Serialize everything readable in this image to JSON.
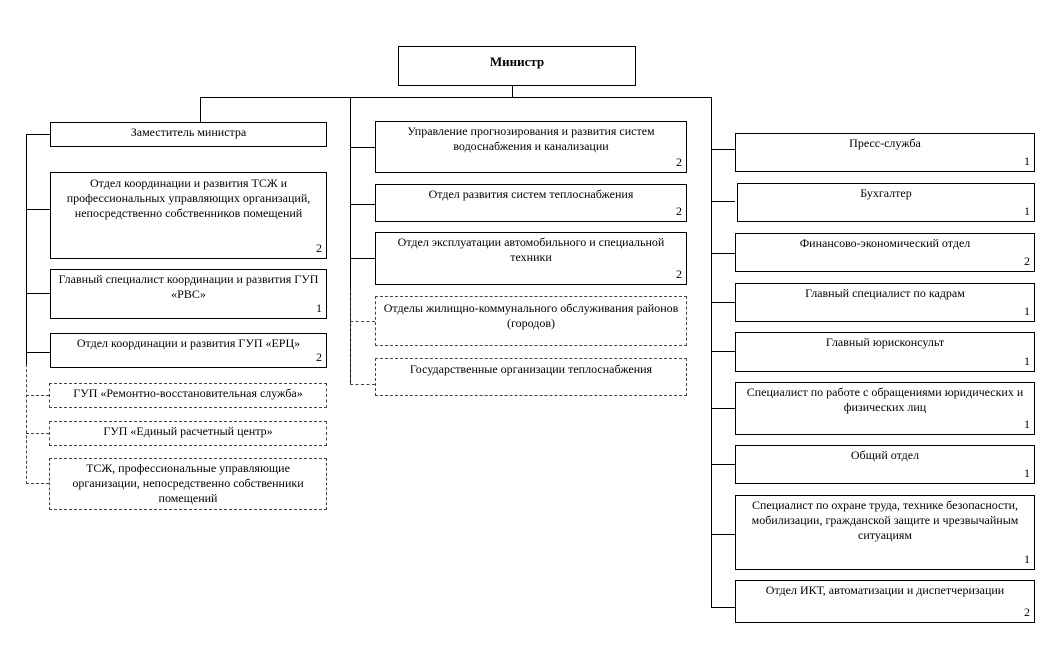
{
  "top": {
    "minister": "Министр"
  },
  "left": {
    "deputy": "Заместитель министра",
    "units": [
      {
        "label": "Отдел координации и развития ТСЖ и профессиональных управляющих организаций, непосредственно собственников помещений",
        "count": "2"
      },
      {
        "label": "Главный специалист координации и развития ГУП «РВС»",
        "count": "1"
      },
      {
        "label": "Отдел координации и развития ГУП «ЕРЦ»",
        "count": "2"
      }
    ],
    "subordinate": [
      {
        "label": "ГУП «Ремонтно-восстановительная служба»"
      },
      {
        "label": "ГУП «Единый расчетный центр»"
      },
      {
        "label": "ТСЖ, профессиональные управляющие организации, непосредственно собственники помещений"
      }
    ]
  },
  "middle": {
    "units": [
      {
        "label": "Управление прогнозирования и развития систем водоснабжения и канализации",
        "count": "2"
      },
      {
        "label": "Отдел развития систем теплоснабжения",
        "count": "2"
      },
      {
        "label": "Отдел эксплуатации автомобильного и специальной техники",
        "count": "2"
      }
    ],
    "subordinate": [
      {
        "label": "Отделы жилищно-коммунального обслуживания районов (городов)"
      },
      {
        "label": "Государственные организации теплоснабжения"
      }
    ]
  },
  "right": {
    "units": [
      {
        "label": "Пресс-служба",
        "count": "1"
      },
      {
        "label": "Бухгалтер",
        "count": "1"
      },
      {
        "label": "Финансово-экономический отдел",
        "count": "2"
      },
      {
        "label": "Главный специалист по кадрам",
        "count": "1"
      },
      {
        "label": "Главный юрисконсульт",
        "count": "1"
      },
      {
        "label": "Специалист по работе с обращениями юридических и физических лиц",
        "count": "1"
      },
      {
        "label": "Общий отдел",
        "count": "1"
      },
      {
        "label": "Специалист по охране труда, технике безопасности, мобилизации, гражданской защите и чрезвычайным ситуациям",
        "count": "1"
      },
      {
        "label": "Отдел ИКТ, автоматизации и диспетчеризации",
        "count": "2"
      }
    ]
  }
}
